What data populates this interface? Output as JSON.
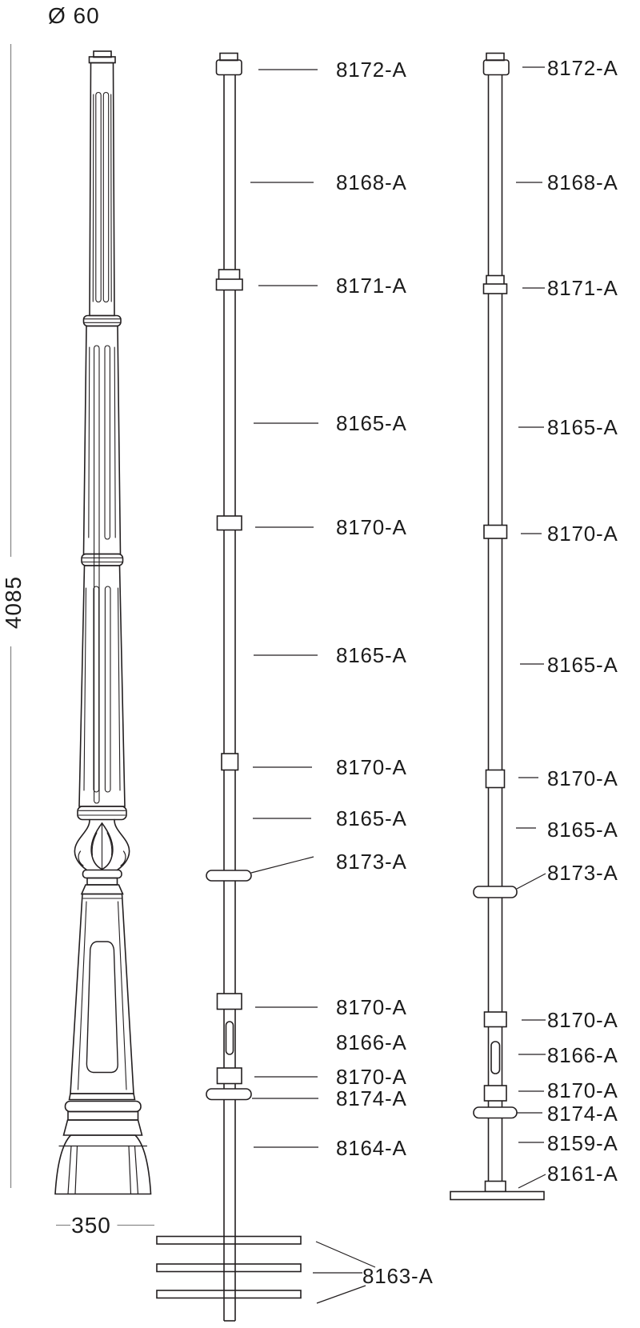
{
  "dimensions": {
    "diameter": "Ø 60",
    "height": "4085",
    "base_width": "350"
  },
  "middle_view": {
    "callouts": [
      "8172-A",
      "8168-A",
      "8171-A",
      "8165-A",
      "8170-A",
      "8165-A",
      "8170-A",
      "8165-A",
      "8173-A",
      "8170-A",
      "8166-A",
      "8170-A",
      "8174-A",
      "8164-A",
      "8163-A"
    ]
  },
  "right_view": {
    "callouts": [
      "8172-A",
      "8168-A",
      "8171-A",
      "8165-A",
      "8170-A",
      "8165-A",
      "8170-A",
      "8165-A",
      "8173-A",
      "8170-A",
      "8166-A",
      "8170-A",
      "8174-A",
      "8159-A",
      "8161-A"
    ]
  },
  "colors": {
    "ink": "#231f20",
    "dimension_line": "#8a8a8a"
  }
}
